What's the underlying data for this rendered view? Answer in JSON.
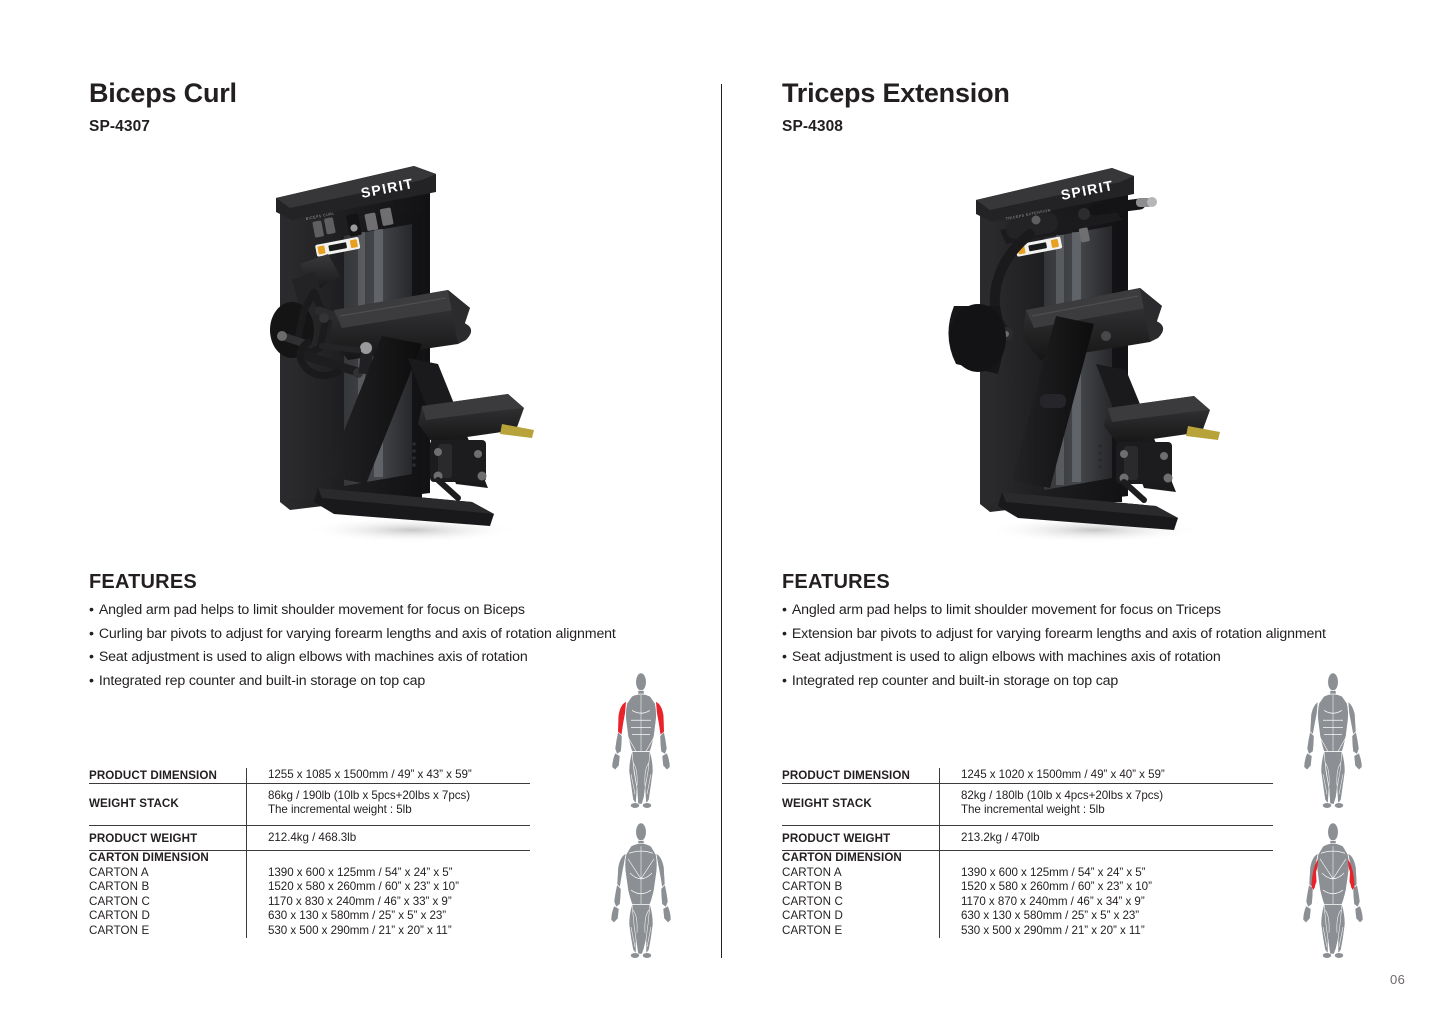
{
  "page": {
    "number": "06",
    "brand": "SPIRIT"
  },
  "products": [
    {
      "title": "Biceps Curl",
      "model": "SP-4307",
      "machine_label": "BICEPS CURL",
      "features_heading": "FEATURES",
      "features": [
        "Angled arm pad helps to limit shoulder movement for focus on Biceps",
        "Curling bar pivots to adjust for varying forearm lengths and axis of rotation alignment",
        "Seat adjustment is used to align elbows with machines axis of rotation",
        "Integrated rep counter and built-in storage on top cap"
      ],
      "specs": {
        "product_dimension": {
          "label": "PRODUCT DIMENSION",
          "value": "1255 x 1085 x 1500mm / 49” x 43” x 59”"
        },
        "weight_stack": {
          "label": "WEIGHT STACK",
          "value_line1": "86kg / 190lb (10lb x 5pcs+20lbs x 7pcs)",
          "value_line2": "The incremental weight : 5lb"
        },
        "product_weight": {
          "label": "PRODUCT WEIGHT",
          "value": "212.4kg / 468.3lb"
        },
        "carton_dimension": {
          "label": "CARTON DIMENSION",
          "rows": [
            {
              "name": "CARTON A",
              "dim": "1390 x 600 x 125mm / 54” x 24” x 5”"
            },
            {
              "name": "CARTON B",
              "dim": "1520 x 580 x 260mm / 60” x 23” x 10”"
            },
            {
              "name": "CARTON C",
              "dim": "1170 x 830 x 240mm / 46” x 33” x 9”"
            },
            {
              "name": "CARTON D",
              "dim": "630 x 130 x 580mm / 25” x 5” x 23”"
            },
            {
              "name": "CARTON E",
              "dim": "530 x 500 x 290mm / 21” x 20” x 11”"
            }
          ]
        }
      },
      "muscle_map": {
        "front_highlight": true,
        "back_highlight": false,
        "highlight_color": "#e8232a",
        "body_color": "#8c9094"
      }
    },
    {
      "title": "Triceps Extension",
      "model": "SP-4308",
      "machine_label": "TRICEPS EXTENSION",
      "features_heading": "FEATURES",
      "features": [
        "Angled arm pad helps to limit shoulder movement for focus on Triceps",
        "Extension bar pivots to adjust for varying forearm lengths and axis of rotation alignment",
        "Seat adjustment is used to align elbows with machines axis of rotation",
        "Integrated rep counter and built-in storage on top cap"
      ],
      "specs": {
        "product_dimension": {
          "label": "PRODUCT DIMENSION",
          "value": "1245 x 1020 x 1500mm / 49” x 40” x 59”"
        },
        "weight_stack": {
          "label": "WEIGHT STACK",
          "value_line1": "82kg / 180lb (10lb x 4pcs+20lbs x 7pcs)",
          "value_line2": "The incremental weight : 5lb"
        },
        "product_weight": {
          "label": "PRODUCT WEIGHT",
          "value": "213.2kg / 470lb"
        },
        "carton_dimension": {
          "label": "CARTON DIMENSION",
          "rows": [
            {
              "name": "CARTON A",
              "dim": "1390 x 600 x 125mm / 54” x 24” x 5”"
            },
            {
              "name": "CARTON B",
              "dim": "1520 x 580 x 260mm / 60” x 23” x 10”"
            },
            {
              "name": "CARTON C",
              "dim": "1170 x 870 x 240mm / 46” x 34” x 9”"
            },
            {
              "name": "CARTON D",
              "dim": "630 x 130 x 580mm / 25” x 5” x 23”"
            },
            {
              "name": "CARTON E",
              "dim": "530 x 500 x 290mm / 21” x 20” x 11”"
            }
          ]
        }
      },
      "muscle_map": {
        "front_highlight": false,
        "back_highlight": true,
        "highlight_color": "#e8232a",
        "body_color": "#8c9094"
      }
    }
  ],
  "bullet_glyph": "•"
}
